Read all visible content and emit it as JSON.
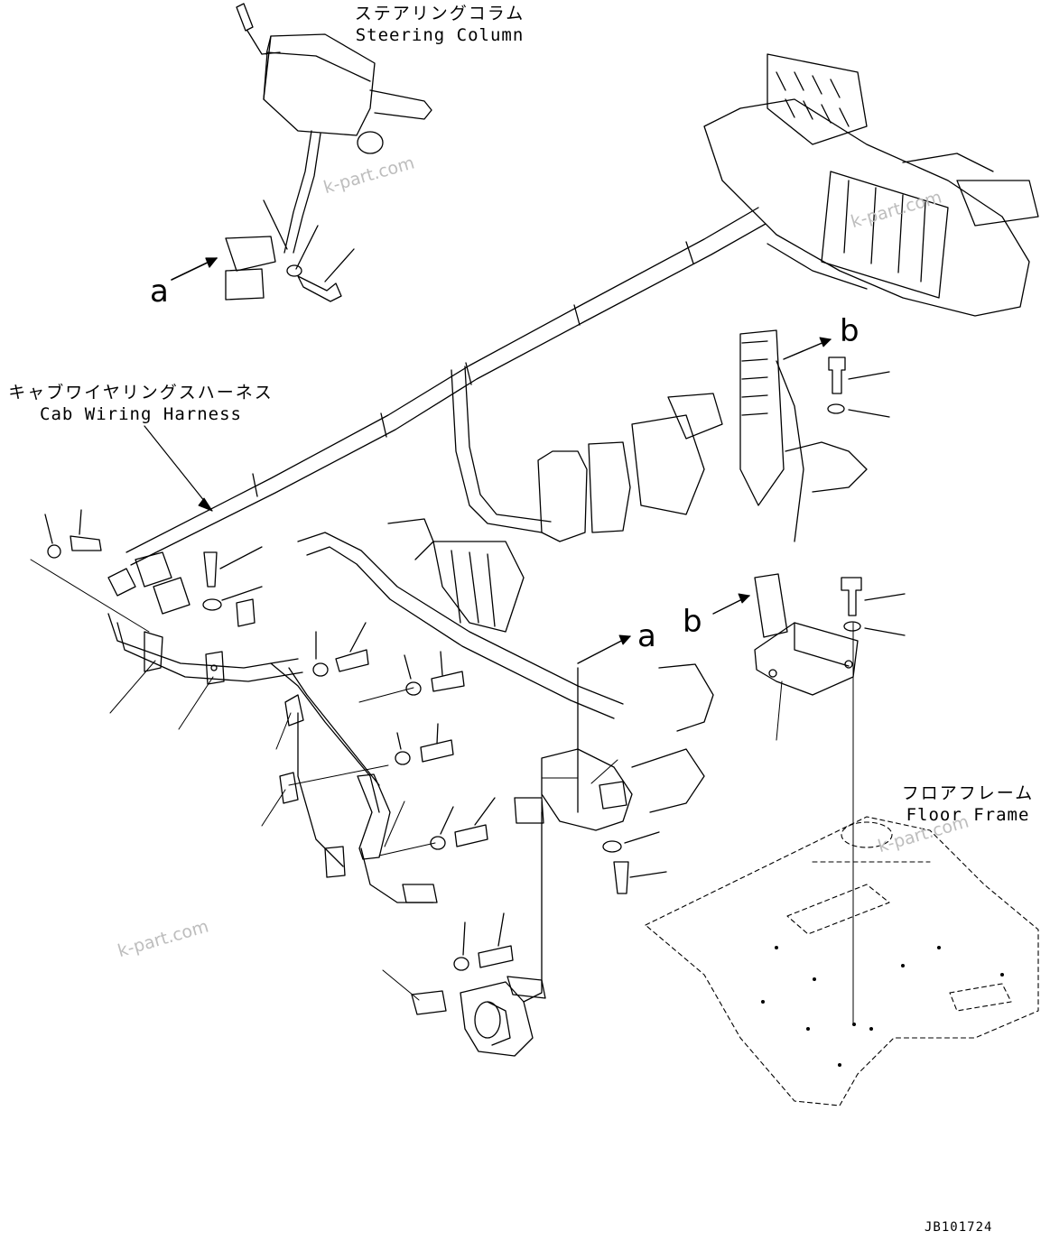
{
  "labels": {
    "steering_column_jp": "ステアリングコラム",
    "steering_column_en": "Steering Column",
    "cab_harness_jp": "キャブワイヤリングスハーネス",
    "cab_harness_en": "Cab Wiring Harness",
    "floor_frame_jp": "フロアフレーム",
    "floor_frame_en": "Floor Frame"
  },
  "callouts": {
    "a_top": "a",
    "a_mid": "a",
    "b_top": "b",
    "b_mid": "b"
  },
  "watermarks": [
    "k-part.com",
    "k-part.com",
    "k-part.com",
    "k-part.com"
  ],
  "drawing_code": "JB101724"
}
